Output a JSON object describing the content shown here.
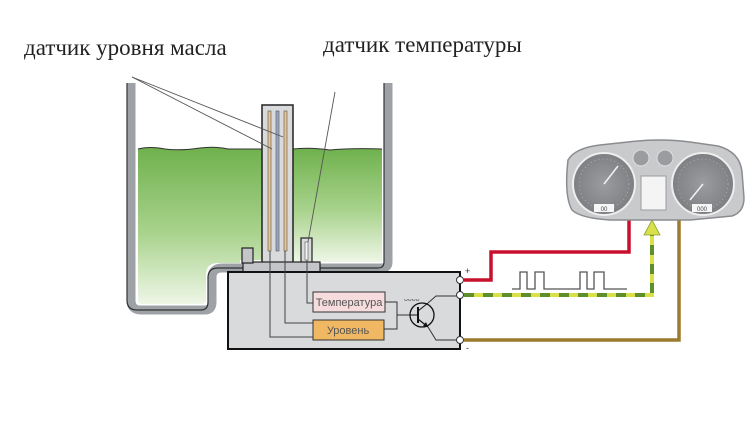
{
  "labels": {
    "oil_level_sensor": "датчик уровня масла",
    "temperature_sensor": "датчик температуры"
  },
  "module": {
    "temperature_block": "Температура",
    "level_block": "Уровень",
    "terminal_plus": "+",
    "terminal_minus": "-"
  },
  "dashboard": {
    "left_gauge_display": "00",
    "right_gauge_display": "000"
  },
  "colors": {
    "oil": "#6fb14d",
    "oil_light": "#e6f2dc",
    "wire_plus": "#c8102e",
    "wire_signal_green": "#5f8f2a",
    "wire_signal_yellow": "#d9e04a",
    "wire_minus": "#9c7a2e",
    "temperature_block": "#f6dcdc",
    "level_block": "#f0b862",
    "housing": "#d9dadc"
  }
}
